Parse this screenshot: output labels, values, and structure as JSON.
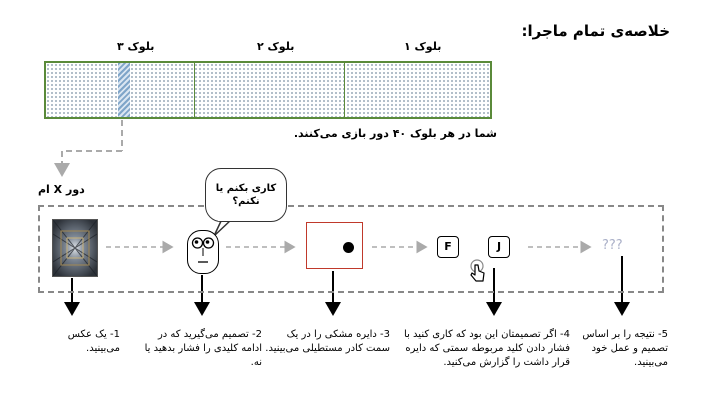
{
  "title": "خلاصه‌ی تمام ماجرا:",
  "blocks": [
    {
      "label": "بلوک ۳"
    },
    {
      "label": "بلوک ۲"
    },
    {
      "label": "بلوک ۱"
    }
  ],
  "blocks_note": "شما در هر بلوک ۴۰ دور بازی می‌کنند.",
  "round_label": "دور X ام",
  "bubble_text": "کاری بکنم یا نکنم؟",
  "keys": {
    "f": "F",
    "j": "J"
  },
  "result_marks": "???",
  "steps": [
    {
      "caption": "1- یک عکس می‌بینید."
    },
    {
      "caption": "2- تصمیم می‌گیرید که در ادامه کلیدی را فشار بدهید یا نه."
    },
    {
      "caption": "3- دایره مشکی را در یک سمت کادر مستطیلی می‌بینید."
    },
    {
      "caption": "4- اگر تصمیمتان این بود که کاری کنید با فشار دادن کلید مربوطه سمتی که دایره قرار داشت را گزارش می‌کنید."
    },
    {
      "caption": "5- نتیجه را بر اساس تصمیم و عمل خود می‌بینید."
    }
  ],
  "colors": {
    "block_border": "#5a8a3a",
    "hatch": "#7fa5c9",
    "target_box": "#c0392b"
  }
}
